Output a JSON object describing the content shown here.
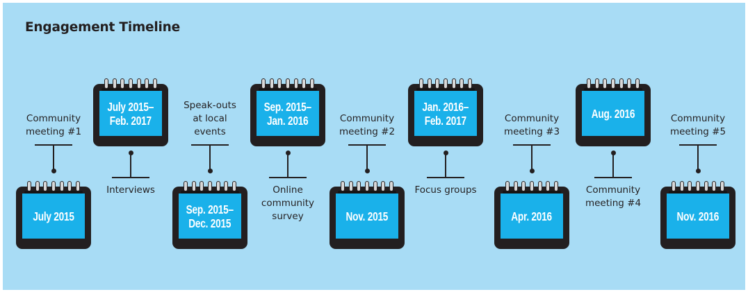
{
  "title": "Engagement Timeline",
  "events": [
    {
      "date_line1": "July 2015",
      "date_line2": "",
      "label": "Community meeting #1",
      "position": "bottom"
    },
    {
      "date_line1": "July 2015–",
      "date_line2": "Feb. 2017",
      "label": "Interviews",
      "position": "top"
    },
    {
      "date_line1": "Sep. 2015–",
      "date_line2": "Dec. 2015",
      "label": "Speak-outs at local events",
      "position": "bottom"
    },
    {
      "date_line1": "Sep. 2015–",
      "date_line2": "Jan. 2016",
      "label": "Online community survey",
      "position": "top"
    },
    {
      "date_line1": "Nov. 2015",
      "date_line2": "",
      "label": "Community meeting #2",
      "position": "bottom"
    },
    {
      "date_line1": "Jan. 2016–",
      "date_line2": "Feb. 2017",
      "label": "Focus groups",
      "position": "top"
    },
    {
      "date_line1": "Apr. 2016",
      "date_line2": "",
      "label": "Community meeting #3",
      "position": "bottom"
    },
    {
      "date_line1": "Aug. 2016",
      "date_line2": "",
      "label": "Community meeting #4",
      "position": "top"
    },
    {
      "date_line1": "Nov. 2016",
      "date_line2": "",
      "label": "Community meeting #5",
      "position": "bottom"
    }
  ],
  "colors": {
    "background": "#a8dcf5",
    "calendar_face": "#1ab1ea",
    "frame": "#231f20"
  }
}
